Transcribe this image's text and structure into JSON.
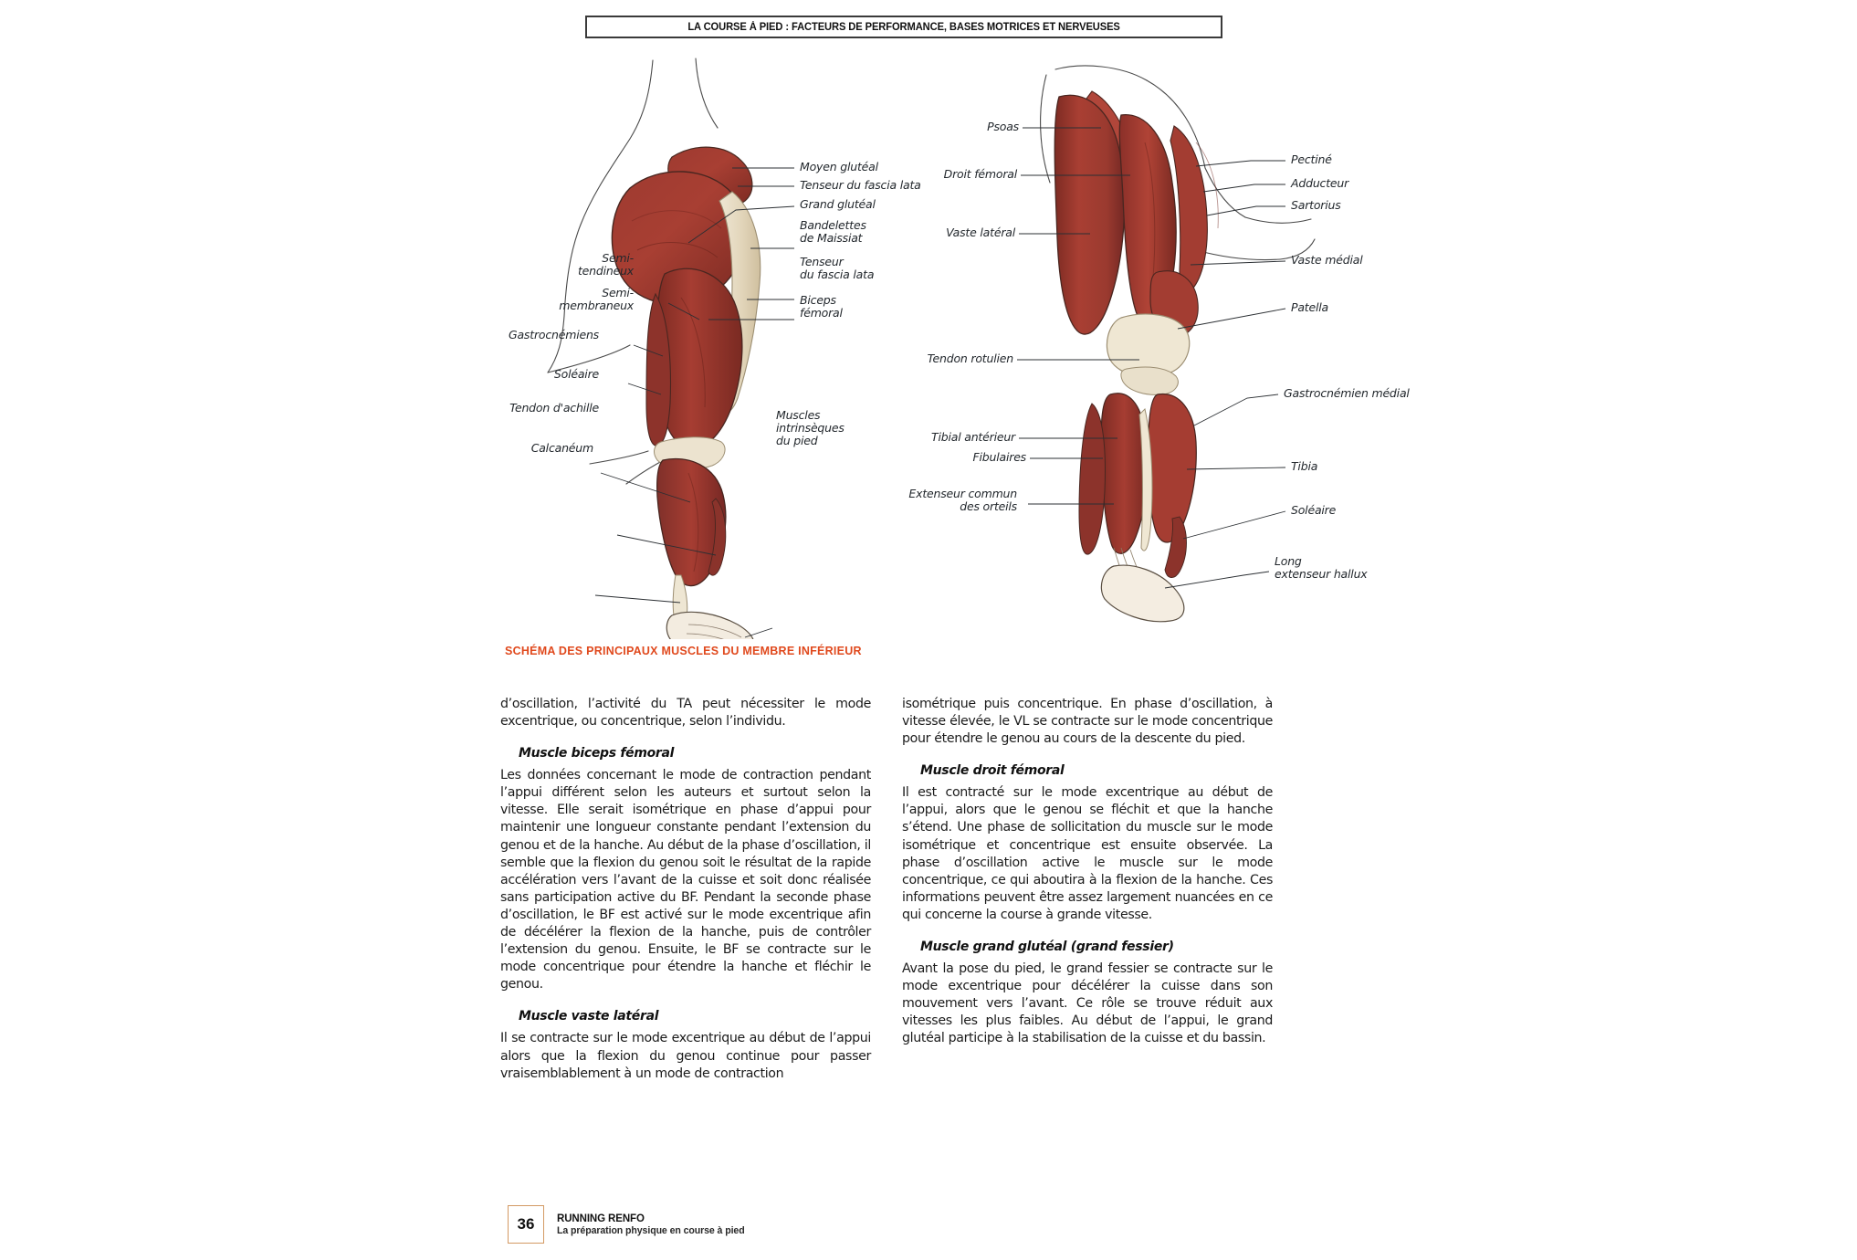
{
  "header": {
    "running_title": "LA COURSE À PIED : FACTEURS DE PERFORMANCE, BASES MOTRICES ET NERVEUSES"
  },
  "figure": {
    "caption": "SCHÉMA DES PRINCIPAUX MUSCLES DU MEMBRE INFÉRIEUR",
    "left_panel": {
      "view": "posterior-lateral-lower-limb",
      "labels": [
        {
          "text": "Moyen glutéal"
        },
        {
          "text": "Tenseur du fascia lata"
        },
        {
          "text": "Grand glutéal"
        },
        {
          "text": "Bandelettes\nde Maissiat"
        },
        {
          "text": "Tenseur\ndu fascia lata"
        },
        {
          "text": "Biceps\nfémoral"
        },
        {
          "text": "Semi-\ntendineux"
        },
        {
          "text": "Semi-\nmembraneux"
        },
        {
          "text": "Gastrocnémiens"
        },
        {
          "text": "Soléaire"
        },
        {
          "text": "Tendon d'achille"
        },
        {
          "text": "Calcanéum"
        },
        {
          "text": "Muscles\nintrinsèques\ndu pied"
        }
      ]
    },
    "right_panel": {
      "view": "anterior-lower-limb",
      "labels": [
        {
          "text": "Psoas"
        },
        {
          "text": "Droit fémoral"
        },
        {
          "text": "Vaste latéral"
        },
        {
          "text": "Tendon rotulien"
        },
        {
          "text": "Tibial antérieur"
        },
        {
          "text": "Fibulaires"
        },
        {
          "text": "Extenseur commun\ndes orteils"
        },
        {
          "text": "Pectiné"
        },
        {
          "text": "Adducteur"
        },
        {
          "text": "Sartorius"
        },
        {
          "text": "Vaste médial"
        },
        {
          "text": "Patella"
        },
        {
          "text": "Gastrocnémien médial"
        },
        {
          "text": "Tibia"
        },
        {
          "text": "Soléaire"
        },
        {
          "text": "Long\nextenseur hallux"
        }
      ]
    }
  },
  "body": {
    "left_column": [
      {
        "type": "paragraph",
        "text": "d’oscillation, l’activité du TA peut nécessiter le mode excentrique, ou concentrique, selon l’individu."
      },
      {
        "type": "heading",
        "text": "Muscle biceps fémoral"
      },
      {
        "type": "paragraph",
        "text": "Les données concernant le mode de contraction pendant l’appui différent selon les auteurs et surtout selon la vitesse. Elle serait isométrique en phase d’appui pour maintenir une longueur constante pendant l’extension du genou et de la hanche. Au début de la phase d’oscillation, il semble que la flexion du genou soit le résultat de la rapide accélération vers l’avant de la cuisse et soit donc réalisée sans participation active du BF. Pendant la seconde phase d’oscillation, le BF est activé sur le mode excentrique afin de décélérer la flexion de la hanche, puis de contrôler l’extension du genou. Ensuite, le BF se contracte sur le mode concentrique pour étendre la hanche et fléchir le genou."
      },
      {
        "type": "heading",
        "text": "Muscle vaste latéral"
      },
      {
        "type": "paragraph",
        "text": "Il se contracte sur le mode excentrique au début de l’appui alors que la flexion du genou continue pour passer vraisemblablement à un mode de contraction"
      }
    ],
    "right_column": [
      {
        "type": "paragraph",
        "text": "isométrique puis concentrique. En phase d’oscillation, à vitesse élevée, le VL se contracte sur le mode concentrique pour étendre le genou au cours de la descente du pied."
      },
      {
        "type": "heading",
        "text": "Muscle droit fémoral"
      },
      {
        "type": "paragraph",
        "text": "Il est contracté sur le mode excentrique au début de l’appui, alors que le genou se fléchit et que la hanche s’étend. Une phase de sollicitation du muscle sur le mode isométrique et concentrique est ensuite observée. La phase d’oscillation active le muscle sur le mode concentrique, ce qui aboutira à la flexion de la hanche. Ces informations peuvent être assez largement nuancées en ce qui concerne la course à grande vitesse."
      },
      {
        "type": "heading",
        "text": "Muscle grand glutéal (grand fessier)"
      },
      {
        "type": "paragraph",
        "text": "Avant la pose du pied, le grand fessier se contracte sur le mode excentrique pour décélérer la cuisse dans son mouvement vers l’avant. Ce rôle se trouve réduit aux vitesses les plus faibles. Au début de l’appui, le grand glutéal participe à la stabilisation de la cuisse et du bassin."
      }
    ]
  },
  "footer": {
    "page_number": "36",
    "book_title": "RUNNING RENFO",
    "book_subtitle": "La préparation physique en course à pied"
  },
  "colors": {
    "caption_orange": "#e0491d",
    "folio_border": "#d39a63",
    "muscle_red": "#9e3franch",
    "muscle_dark_red": "#7d2a25",
    "muscle_mid_red": "#a33c33",
    "tendon_cream": "#e9e0cc",
    "outline": "#3a3a3a"
  }
}
